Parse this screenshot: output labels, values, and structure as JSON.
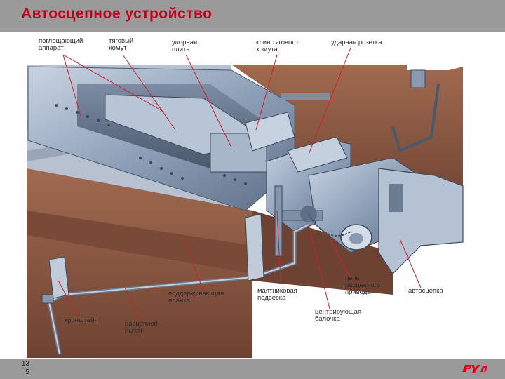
{
  "header": {
    "title": "Автосцепное устройство"
  },
  "footer": {
    "page_line1": "13",
    "page_line2": "5"
  },
  "colors": {
    "header_bg": "#9a9a9a",
    "title": "#c3001c",
    "leader": "#d0202a",
    "body_steel": "#8ea0b8",
    "wagon_wood": "#8a5a44"
  },
  "labels": {
    "l1": "поглощающий\nаппарат",
    "l2": "тяговый\nхомут",
    "l3": "упорная\nплита",
    "l4": "клин тягового\nхомута",
    "l5": "ударная розетка",
    "l6": "поддерживающая\nпланка",
    "l7": "маятниковая\nподвеска",
    "l8": "цепь\nрасцепного\nпривода",
    "l9": "автосцепка",
    "l10": "центрирующая\nбалочка",
    "l11": "кронштейн",
    "l12": "расцепной\nрычаг"
  },
  "logo": {
    "icon": "rzd-logo-icon"
  }
}
